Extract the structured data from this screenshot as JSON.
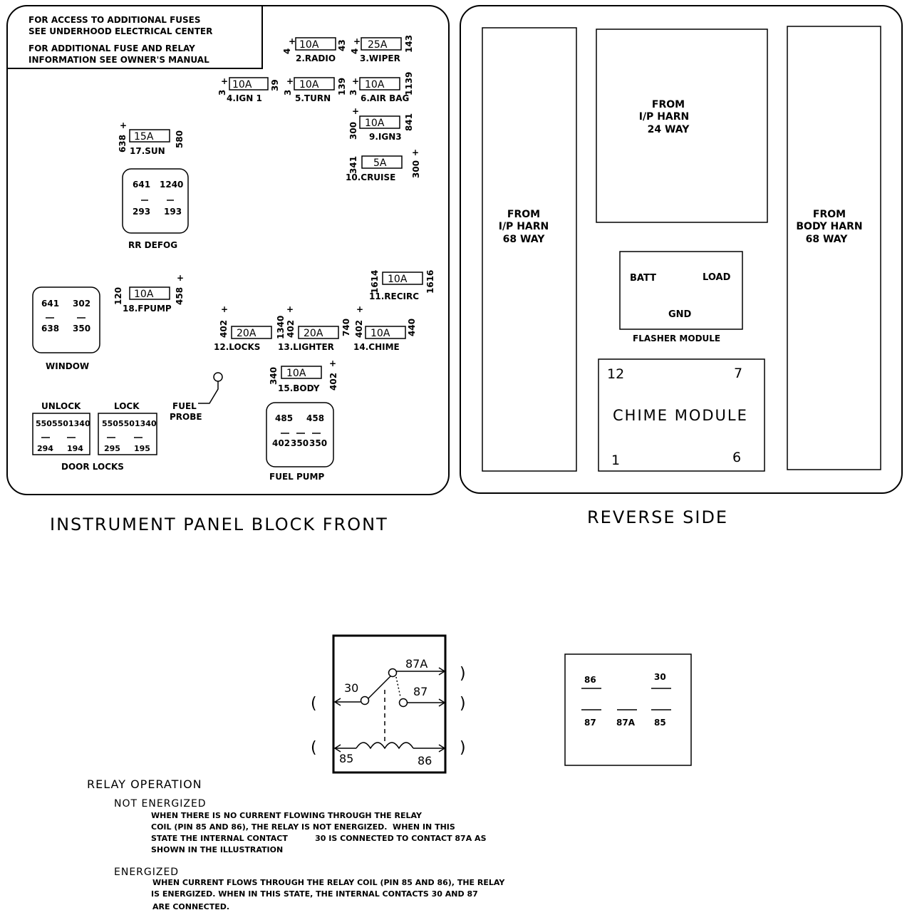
{
  "front": {
    "title": "INSTRUMENT PANEL BLOCK FRONT",
    "notes": [
      "FOR ACCESS TO ADDITIONAL FUSES",
      "SEE UNDERHOOD ELECTRICAL CENTER",
      "FOR ADDITIONAL FUSE AND RELAY",
      "INFORMATION SEE OWNER'S MANUAL"
    ],
    "fuses": [
      {
        "amp": "10A",
        "label": "2.RADIO",
        "left": "4",
        "right": "43"
      },
      {
        "amp": "25A",
        "label": "3.WIPER",
        "left": "4",
        "right": "143"
      },
      {
        "amp": "10A",
        "label": "4.IGN 1",
        "left": "3",
        "right": "39"
      },
      {
        "amp": "10A",
        "label": "5.TURN",
        "left": "3",
        "right": "139"
      },
      {
        "amp": "10A",
        "label": "6.AIR BAG",
        "left": "3",
        "right": "1139"
      },
      {
        "amp": "10A",
        "label": "9.IGN3",
        "left": "300",
        "right": "841"
      },
      {
        "amp": "5A",
        "label": "10.CRUISE",
        "left": "341",
        "right": "300"
      },
      {
        "amp": "15A",
        "label": "17.SUN",
        "left": "638",
        "right": "580"
      },
      {
        "amp": "10A",
        "label": "18.FPUMP",
        "left": "120",
        "right": "458"
      },
      {
        "amp": "10A",
        "label": "11.RECIRC",
        "left": "1614",
        "right": "1616"
      },
      {
        "amp": "20A",
        "label": "12.LOCKS",
        "left": "402",
        "right": "1340"
      },
      {
        "amp": "20A",
        "label": "13.LIGHTER",
        "left": "402",
        "right": "740"
      },
      {
        "amp": "10A",
        "label": "14.CHIME",
        "left": "402",
        "right": "440"
      },
      {
        "amp": "10A",
        "label": "15.BODY",
        "left": "340",
        "right": "402"
      }
    ],
    "plus": "+",
    "relays": {
      "rr_defog": {
        "name": "RR DEFOG",
        "pins": [
          "641",
          "1240",
          "293",
          "193"
        ]
      },
      "window": {
        "name": "WINDOW",
        "pins": [
          "641",
          "302",
          "638",
          "350"
        ]
      },
      "unlock": {
        "name": "UNLOCK",
        "pins": [
          "550",
          "550",
          "1340",
          "294",
          "194"
        ]
      },
      "lock": {
        "name": "LOCK",
        "pins": [
          "550",
          "550",
          "1340",
          "295",
          "195"
        ]
      },
      "door_locks": "DOOR LOCKS",
      "fuel_pump": {
        "name": "FUEL PUMP",
        "pins": [
          "485",
          "458",
          "402",
          "350",
          "350"
        ]
      }
    },
    "fuel_probe": [
      "FUEL",
      "PROBE"
    ]
  },
  "reverse": {
    "title": "REVERSE SIDE",
    "ip_harn_68": [
      "FROM",
      "I/P HARN",
      "68 WAY"
    ],
    "ip_harn_24": [
      "FROM",
      "I/P HARN",
      "24 WAY"
    ],
    "body_harn_68": [
      "FROM",
      "BODY HARN",
      "68 WAY"
    ],
    "flasher": {
      "batt": "BATT",
      "load": "LOAD",
      "gnd": "GND",
      "name": "FLASHER MODULE"
    },
    "chime": {
      "name": "CHIME MODULE",
      "pins": [
        "12",
        "7",
        "1",
        "6"
      ]
    }
  },
  "relay_diagram": {
    "pins": [
      "30",
      "87A",
      "87",
      "85",
      "86"
    ],
    "paren_open": "(",
    "paren_close": ")"
  },
  "relay_pinout": {
    "pins": [
      "86",
      "30",
      "87",
      "87A",
      "85"
    ]
  },
  "operation": {
    "title": "RELAY OPERATION",
    "not_energized_title": "NOT ENERGIZED",
    "not_energized_lines": [
      "WHEN THERE IS NO CURRENT FLOWING THROUGH THE RELAY",
      "COIL (PIN 85 AND 86), THE RELAY IS NOT ENERGIZED.  WHEN IN THIS",
      "STATE THE INTERNAL CONTACT          30 IS CONNECTED TO CONTACT 87A AS",
      "SHOWN IN THE ILLUSTRATION"
    ],
    "energized_title": "ENERGIZED",
    "energized_lines": [
      "WHEN CURRENT FLOWS THROUGH THE RELAY COIL (PIN 85 AND 86), THE RELAY",
      "IS ENERGIZED.  WHEN IN THIS STATE, THE INTERNAL CONTACTS 30 AND 87",
      "ARE CONNECTED."
    ]
  }
}
